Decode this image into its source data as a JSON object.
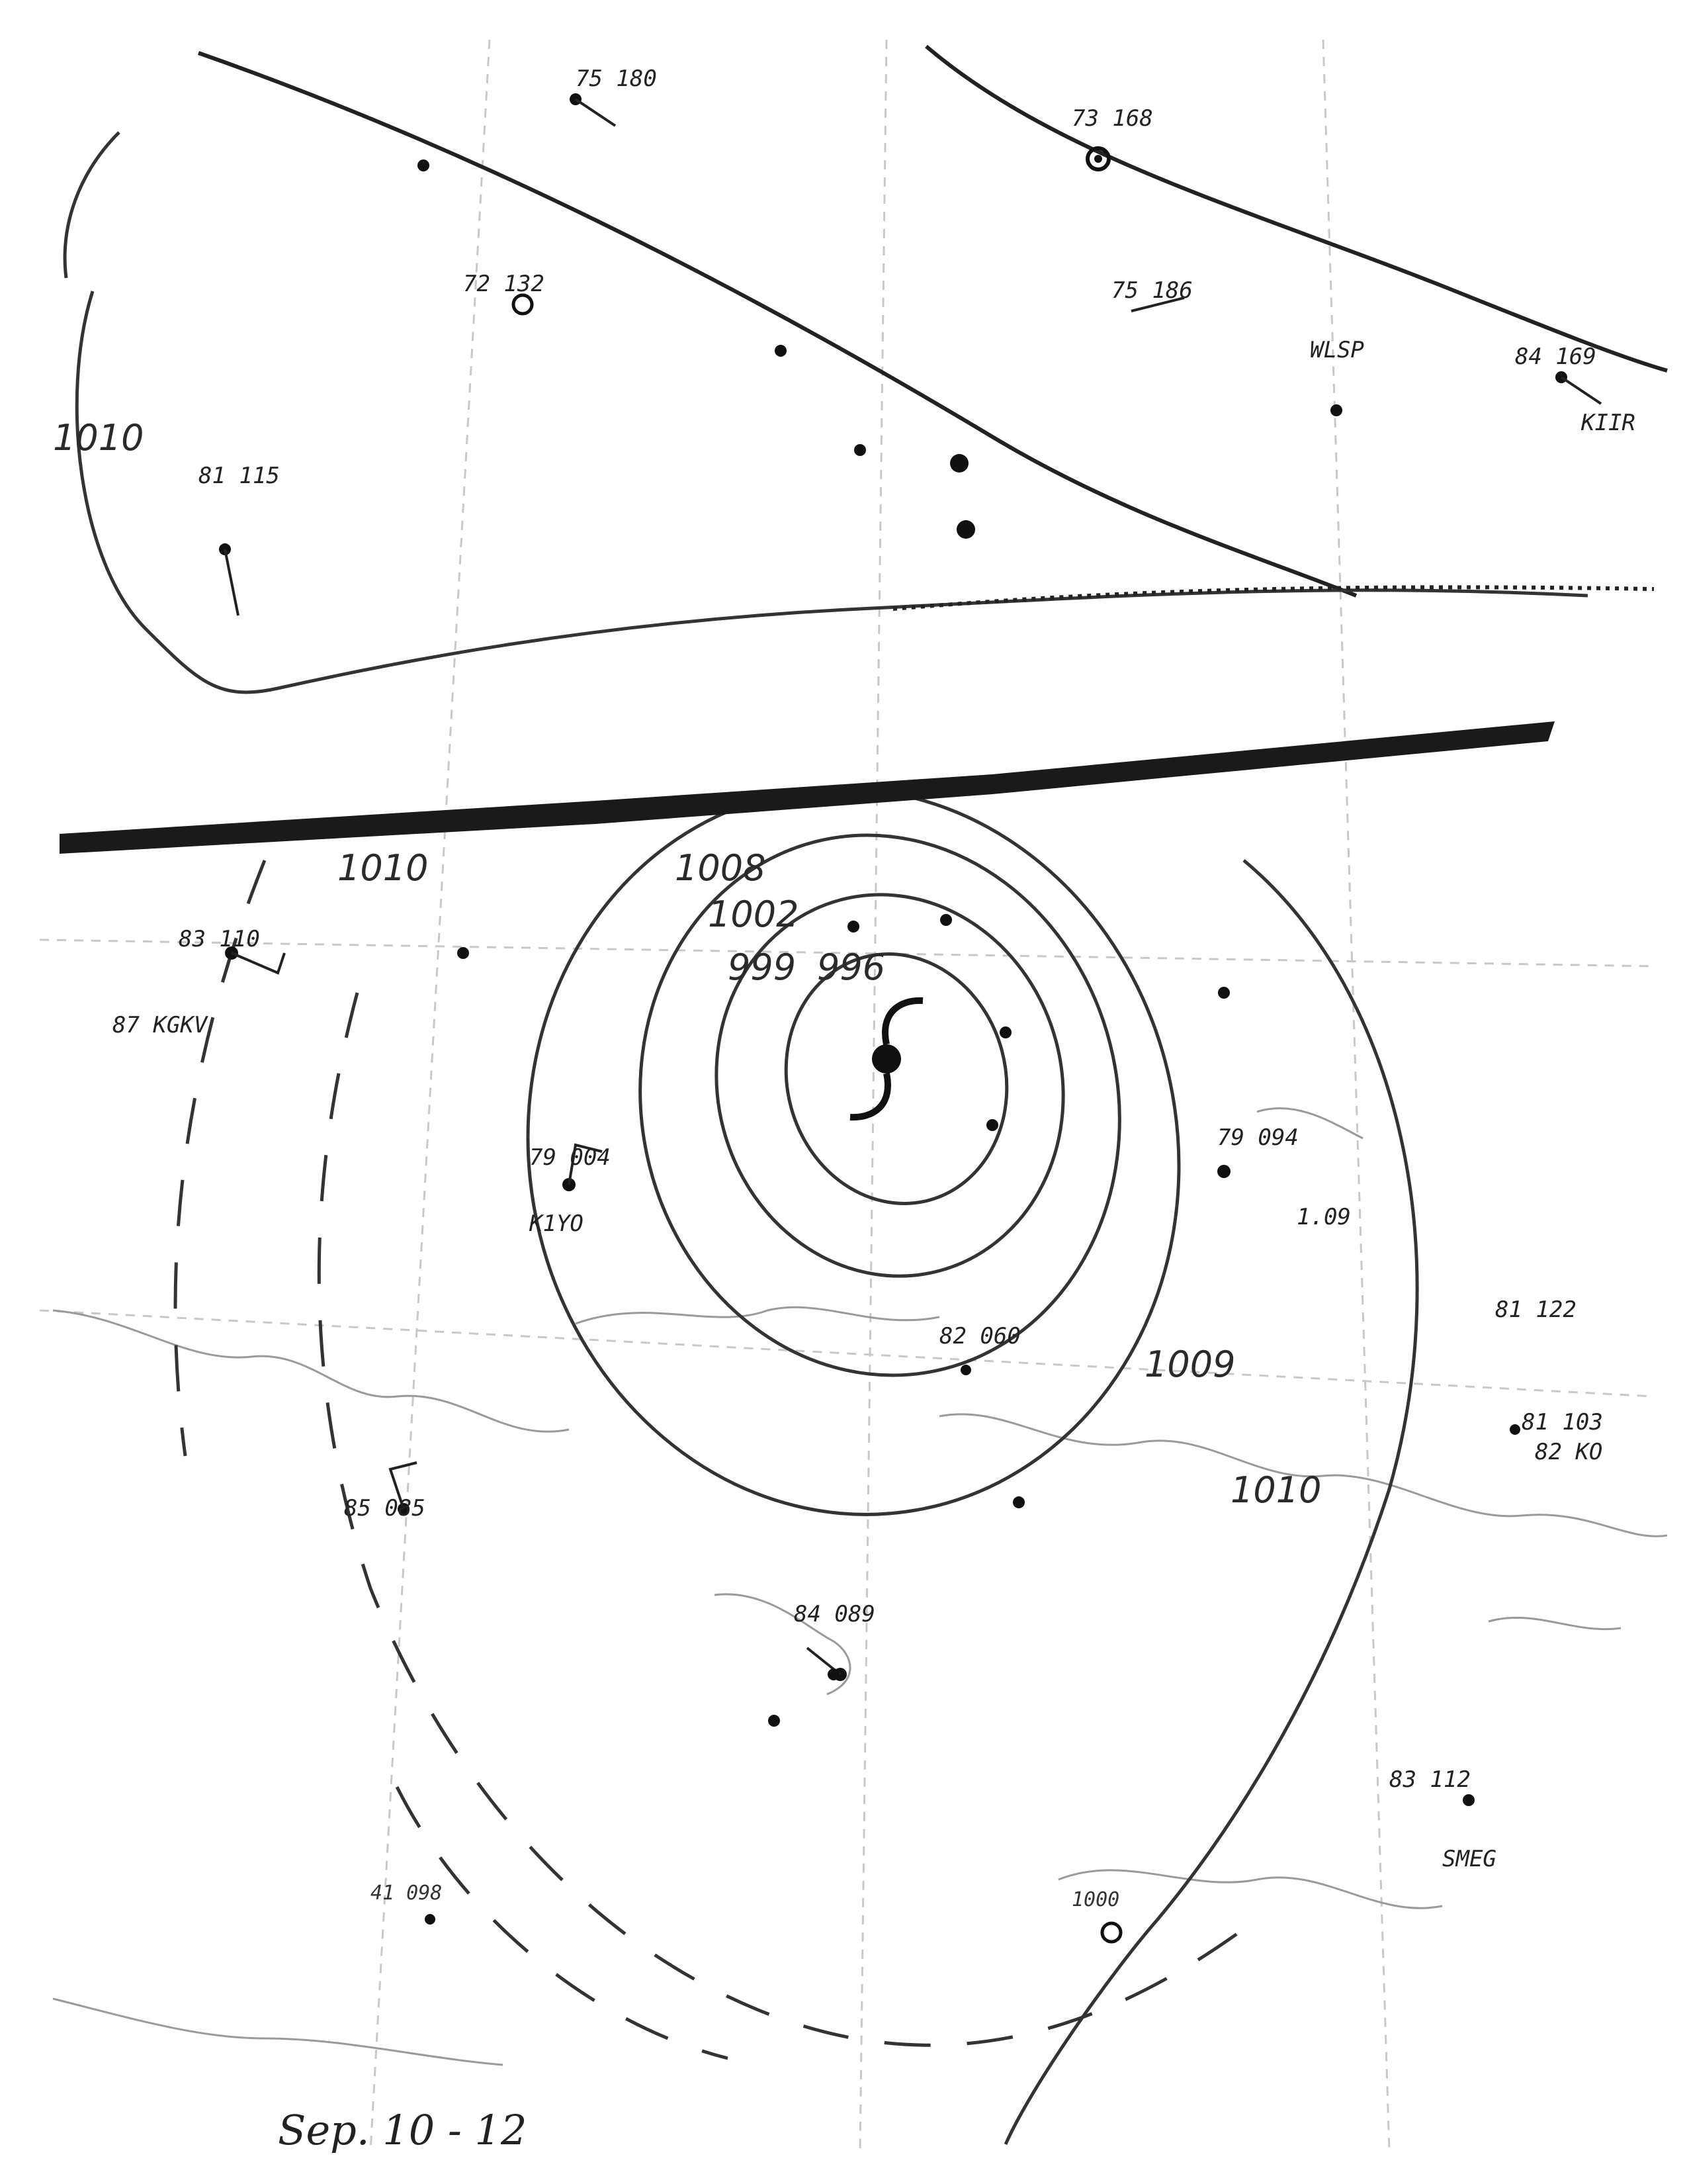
{
  "map": {
    "date_label": "Sep. 10 - 12",
    "isobars": [
      {
        "label": "1002"
      },
      {
        "label": "999"
      },
      {
        "label": "996"
      },
      {
        "label": "1008"
      },
      {
        "label": "1010"
      },
      {
        "label": "1009"
      },
      {
        "label": "1010"
      },
      {
        "label": "1010"
      }
    ],
    "stations": [
      {
        "label": "75 180"
      },
      {
        "label": "73 168"
      },
      {
        "label": "72 132"
      },
      {
        "label": "75 186"
      },
      {
        "label": "84 169"
      },
      {
        "label": "81 115"
      },
      {
        "label": "83 110"
      },
      {
        "label": "87 KGKV"
      },
      {
        "label": "79 004"
      },
      {
        "label": "K1YO"
      },
      {
        "label": "79 094"
      },
      {
        "label": "1.09"
      },
      {
        "label": "82 060"
      },
      {
        "label": "81 122"
      },
      {
        "label": "81 103"
      },
      {
        "label": "82 KO"
      },
      {
        "label": "85 085"
      },
      {
        "label": "84 089"
      },
      {
        "label": "83 112"
      },
      {
        "label": "SMEG"
      },
      {
        "label": "41 098"
      },
      {
        "label": "KIIR"
      },
      {
        "label": "1000"
      },
      {
        "label": "WLSP"
      }
    ]
  }
}
